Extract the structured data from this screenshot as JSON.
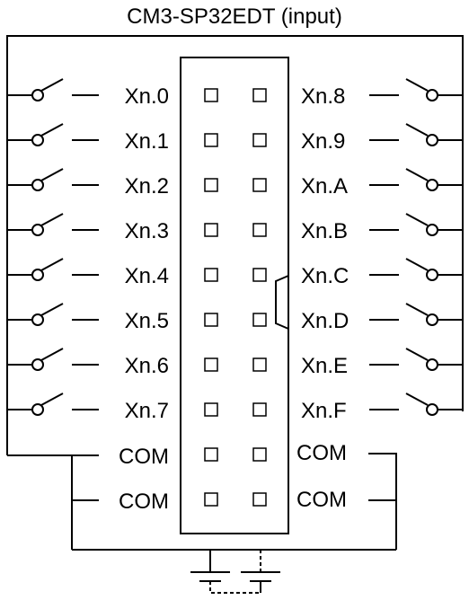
{
  "title": "CM3-SP32EDT (input)",
  "left_labels": [
    "Xn.0",
    "Xn.1",
    "Xn.2",
    "Xn.3",
    "Xn.4",
    "Xn.5",
    "Xn.6",
    "Xn.7"
  ],
  "right_labels": [
    "Xn.8",
    "Xn.9",
    "Xn.A",
    "Xn.B",
    "Xn.C",
    "Xn.D",
    "Xn.E",
    "Xn.F"
  ],
  "com_label": "COM",
  "icons": {
    "switch": "normally-open-switch-icon",
    "pin": "connector-pin-icon",
    "supply": "dc-power-supply-icon"
  },
  "colors": {
    "line": "#000000",
    "background": "#ffffff"
  }
}
